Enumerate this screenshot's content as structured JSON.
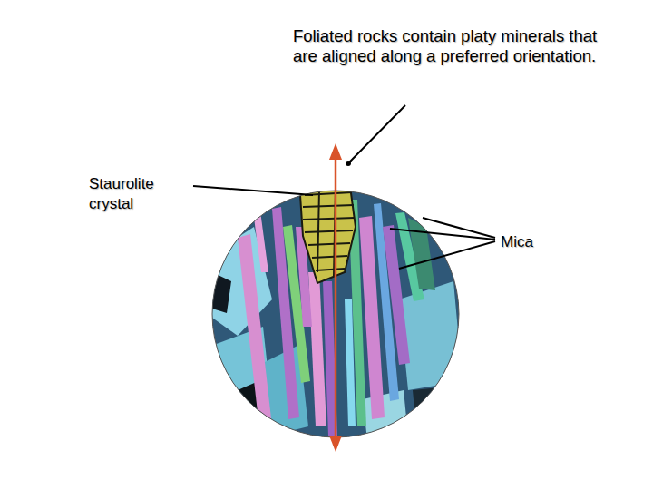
{
  "diagram": {
    "labels": [
      "Foliated rocks contain platy minerals that are aligned along a preferred orientation.",
      "Staurolite crystal",
      "Mica"
    ]
  }
}
